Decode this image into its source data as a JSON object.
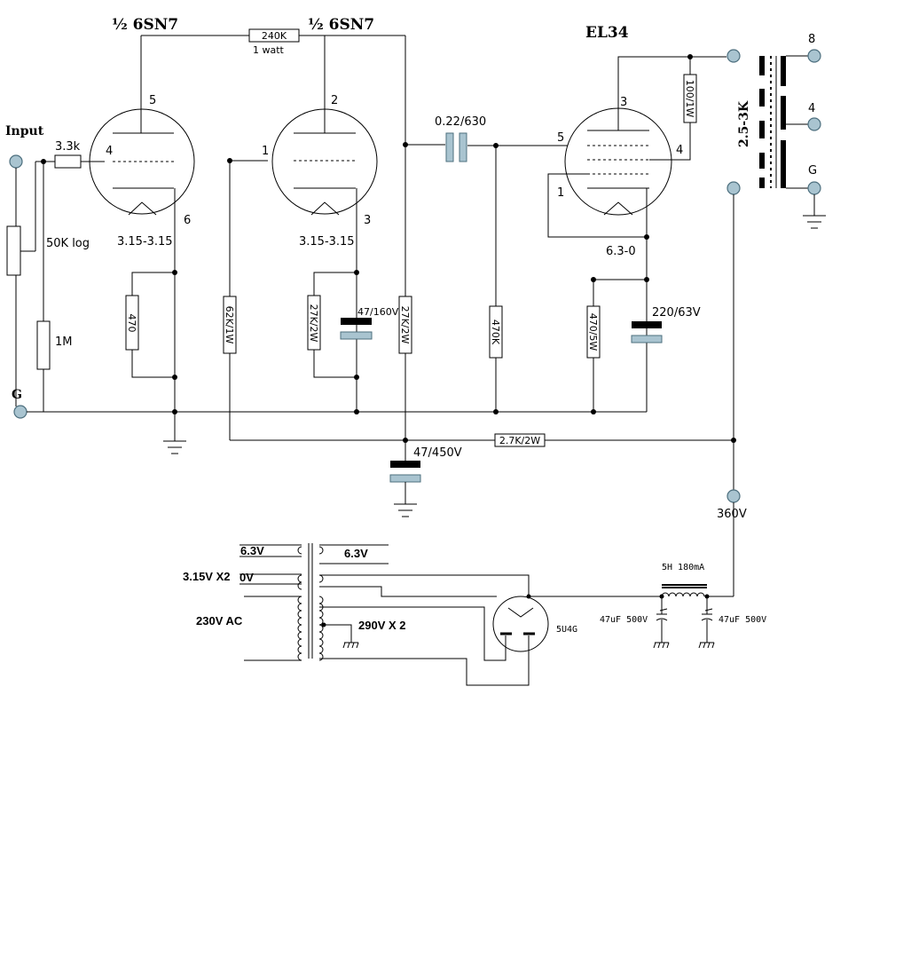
{
  "tubes": {
    "v1_title": "½ 6SN7",
    "v2_title": "½ 6SN7",
    "el34_title": "EL34",
    "rect_title": "5U4G",
    "v1_pin_plate": "5",
    "v1_pin_grid": "4",
    "v1_pin_cathode": "6",
    "v1_heater": "3.15-3.15",
    "v2_pin_plate": "2",
    "v2_pin_grid": "1",
    "v2_pin_cathode": "3",
    "v2_heater": "3.15-3.15",
    "el34_pin_plate": "3",
    "el34_pin_grid": "5",
    "el34_pin_screen": "4",
    "el34_pin_cathode": "1",
    "el34_heater": "6.3-0"
  },
  "input": {
    "label": "Input",
    "r_series": "3.3k",
    "pot": "50K log",
    "r_grid": "1M",
    "ground_label": "G"
  },
  "resistors": {
    "r_plate_feedback": "240K",
    "r_plate_feedback_power": "1 watt",
    "r_cathode_v1": "470",
    "r_plate_v1": "62K/1W",
    "r_cathode_v2": "27K/2W",
    "r_plate_v2": "27K/2W",
    "r_grid_el34": "470K",
    "r_cathode_el34": "470/5W",
    "r_screen_el34": "100/1W",
    "r_supply_drop": "2.7K/2W"
  },
  "capacitors": {
    "c_cathode_v2": "47/160V",
    "c_coupling": "0.22/630",
    "c_cathode_el34": "220/63V",
    "c_supply": "47/450V",
    "c_filter_1": "47uF 500V",
    "c_filter_2": "47uF 500V"
  },
  "output": {
    "impedance": "2.5-3K",
    "tap_8": "8",
    "tap_4": "4",
    "tap_g": "G"
  },
  "power_supply": {
    "b_plus": "360V",
    "choke": "5H 180mA",
    "sec_63_left": "6.3V",
    "sec_63_right": "6.3V",
    "sec_315": "3.15V X2",
    "sec_0v": "0V",
    "primary": "230V AC",
    "hv_secondary": "290V X 2"
  }
}
